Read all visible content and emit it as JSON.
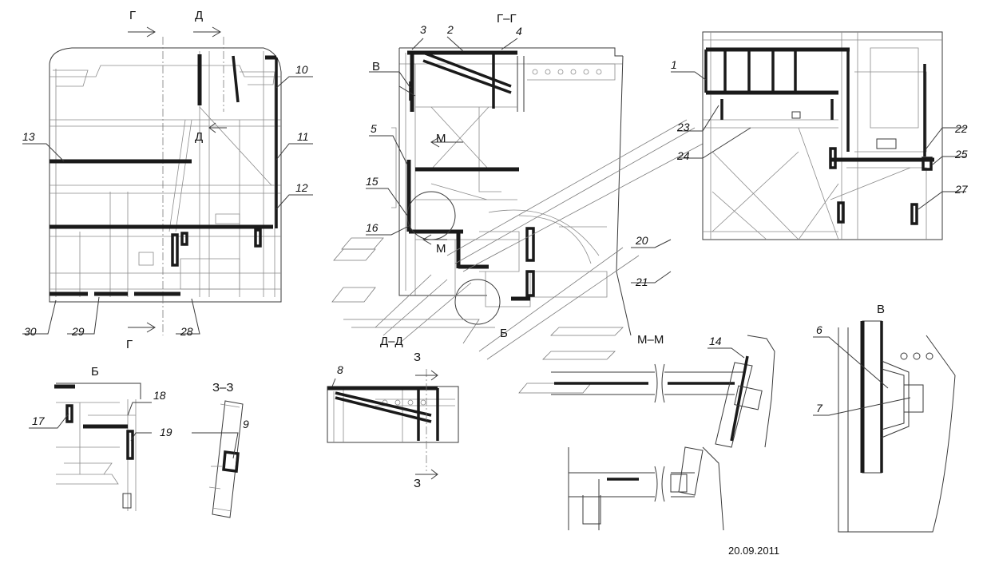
{
  "date": "20.09.2011",
  "section_labels": {
    "g_top": "Г",
    "d_top": "Д",
    "g_bottom": "Г",
    "d_inner": "Д",
    "gg_title": "Г–Г",
    "v_mark": "В",
    "m_upper": "М",
    "m_lower": "М",
    "b_mark": "Б",
    "dd_title": "Д–Д",
    "z_top": "З",
    "z_bottom": "З",
    "mm_title": "М–М",
    "v_title": "В",
    "b_title": "Б",
    "zz_title": "З–З"
  },
  "callouts": {
    "c1": "1",
    "c2": "2",
    "c3": "3",
    "c4": "4",
    "c5": "5",
    "c6": "6",
    "c7": "7",
    "c8": "8",
    "c9": "9",
    "c10": "10",
    "c11": "11",
    "c12": "12",
    "c13": "13",
    "c14": "14",
    "c15": "15",
    "c16": "16",
    "c17": "17",
    "c18": "18",
    "c19": "19",
    "c20": "20",
    "c21": "21",
    "c22": "22",
    "c23": "23",
    "c24": "24",
    "c25": "25",
    "c27": "27",
    "c28": "28",
    "c29": "29",
    "c30": "30"
  }
}
